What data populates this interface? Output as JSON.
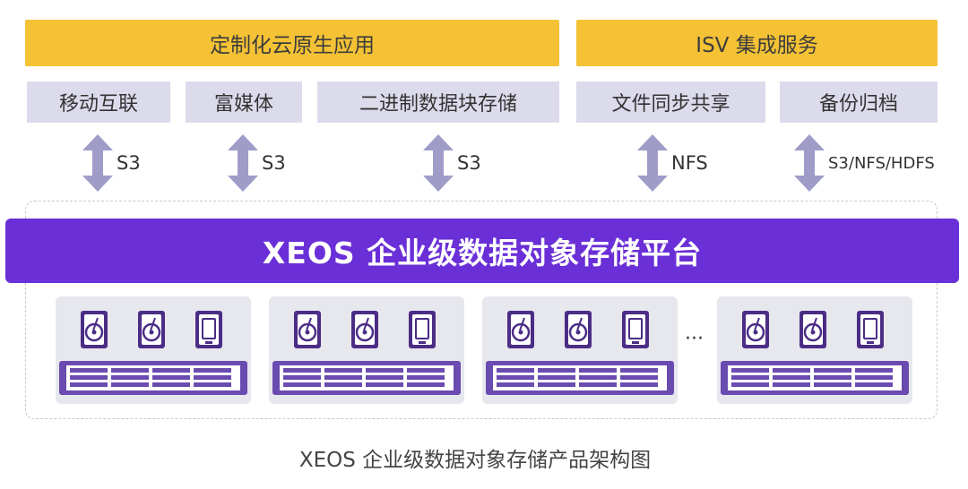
{
  "top_layers": {
    "cloud_native": "定制化云原生应用",
    "isv": "ISV 集成服务"
  },
  "apps": [
    {
      "label": "移动互联",
      "protocol": "S3"
    },
    {
      "label": "富媒体",
      "protocol": "S3"
    },
    {
      "label": "二进制数据块存储",
      "protocol": "S3"
    },
    {
      "label": "文件同步共享",
      "protocol": "NFS"
    },
    {
      "label": "备份归档",
      "protocol": "S3/NFS/HDFS"
    }
  ],
  "platform_title": "XEOS 企业级数据对象存储平台",
  "node_ellipsis": "···",
  "caption": "XEOS 企业级数据对象存储产品架构图",
  "colors": {
    "yellow": "#f4c234",
    "app_box": "#dcdbec",
    "arrow": "#a09cc8",
    "platform": "#6a2fd6",
    "node_bg": "#e7e7ee",
    "drive": "#4b2d86"
  },
  "icons": [
    "double-arrow-icon",
    "hard-disk-icon",
    "ssd-icon",
    "server-rack-icon"
  ]
}
